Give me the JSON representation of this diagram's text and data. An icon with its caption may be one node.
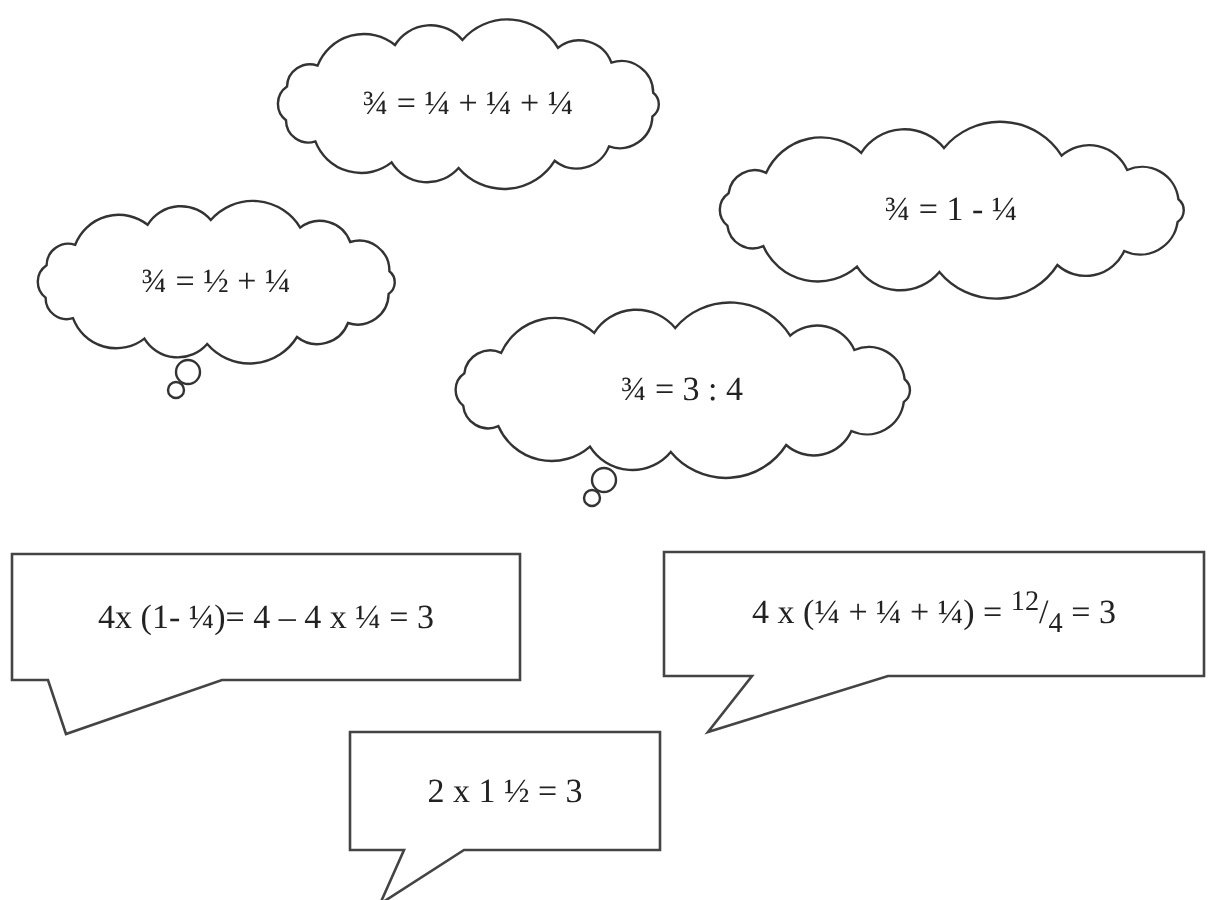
{
  "diagram": {
    "nodes": [
      {
        "text": [
          "¾ = ¼ + ¼ + ¼"
        ]
      },
      {
        "text": [
          "¾ = ½ + ¼"
        ]
      },
      {
        "text": [
          "¾ = 1 - ¼"
        ]
      },
      {
        "text": [
          "¾ = 3 : 4"
        ]
      },
      {
        "text": [
          "4x (1- ¼)= 4 – 4 x ¼ = 3"
        ]
      },
      {
        "text": [
          "4 x (¼ + ¼ + ¼) = $^{12}$/$_{4}$ = 3"
        ]
      },
      {
        "text": [
          "2 x 1 ½ = 3"
        ]
      }
    ]
  }
}
